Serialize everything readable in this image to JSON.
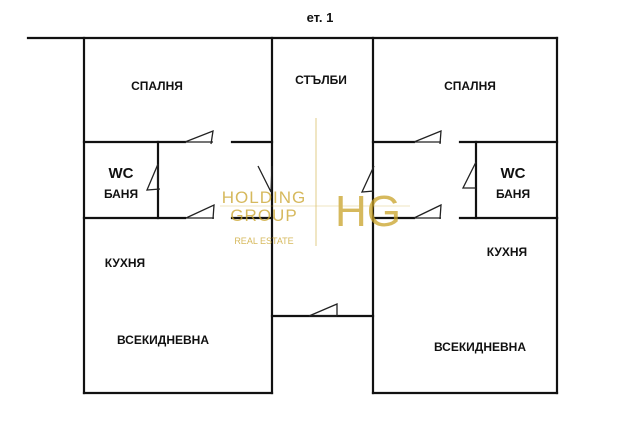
{
  "floor_label": "ет. 1",
  "rooms": {
    "left_bedroom": "СПАЛНЯ",
    "stairs": "СТЪЛБИ",
    "right_bedroom": "СПАЛНЯ",
    "left_wc": "WC",
    "left_bath": "БАНЯ",
    "right_wc": "WC",
    "right_bath": "БАНЯ",
    "left_kitchen": "КУХНЯ",
    "left_living": "ВСЕКИДНЕВНА",
    "right_kitchen": "КУХНЯ",
    "right_living": "ВСЕКИДНЕВНА"
  },
  "watermark": {
    "line1": "HOLDING",
    "line2": "GROUP",
    "line3": "REAL ESTATE",
    "monogram": "HG",
    "color": "#c9a227"
  }
}
